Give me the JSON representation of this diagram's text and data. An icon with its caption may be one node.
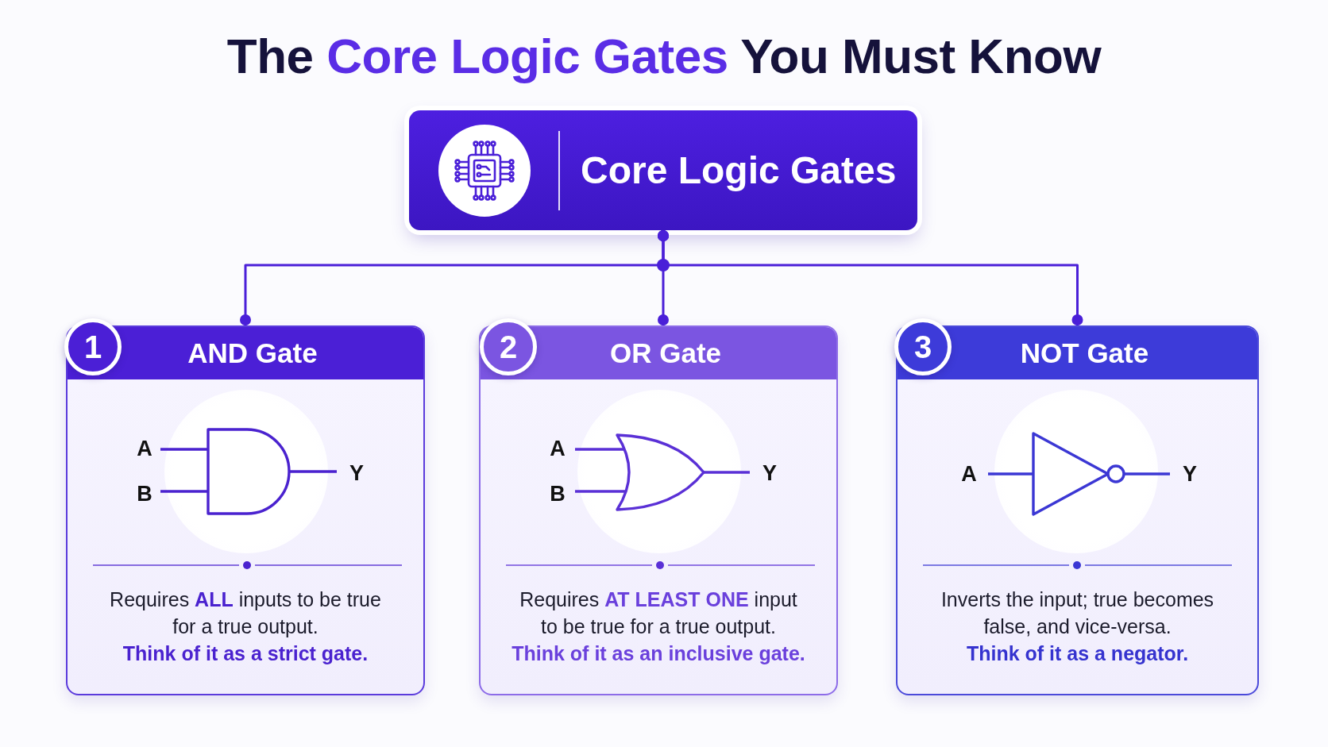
{
  "diagram": {
    "title": "The **Core Logic Gates** You Must Know",
    "nodes": [
      {
        "text": [
          "Core Logic Gates"
        ]
      },
      {
        "text": [
          "1"
        ]
      },
      {
        "text": [
          "AND Gate",
          "Requires **ALL** inputs to be true for a true output.",
          "Think of it as a strict gate."
        ]
      },
      {
        "text": [
          "2"
        ]
      },
      {
        "text": [
          "OR Gate",
          "Requires **AT LEAST ONE** input to be true for a true output.",
          "Think of it as an inclusive gate."
        ]
      },
      {
        "text": [
          "3"
        ]
      },
      {
        "text": [
          "NOT Gate",
          "Inverts the input; true becomes false, and vice-versa.",
          "Think of it as a negator."
        ]
      }
    ],
    "edges": [
      {
        "from": 0,
        "to": 2,
        "arrow": "other"
      },
      {
        "from": 0,
        "to": 4,
        "arrow": "other"
      },
      {
        "from": 0,
        "to": 6,
        "arrow": "other"
      }
    ],
    "labels": [
      "A",
      "B",
      "Y",
      "A",
      "B",
      "Y",
      "A",
      "Y"
    ]
  }
}
